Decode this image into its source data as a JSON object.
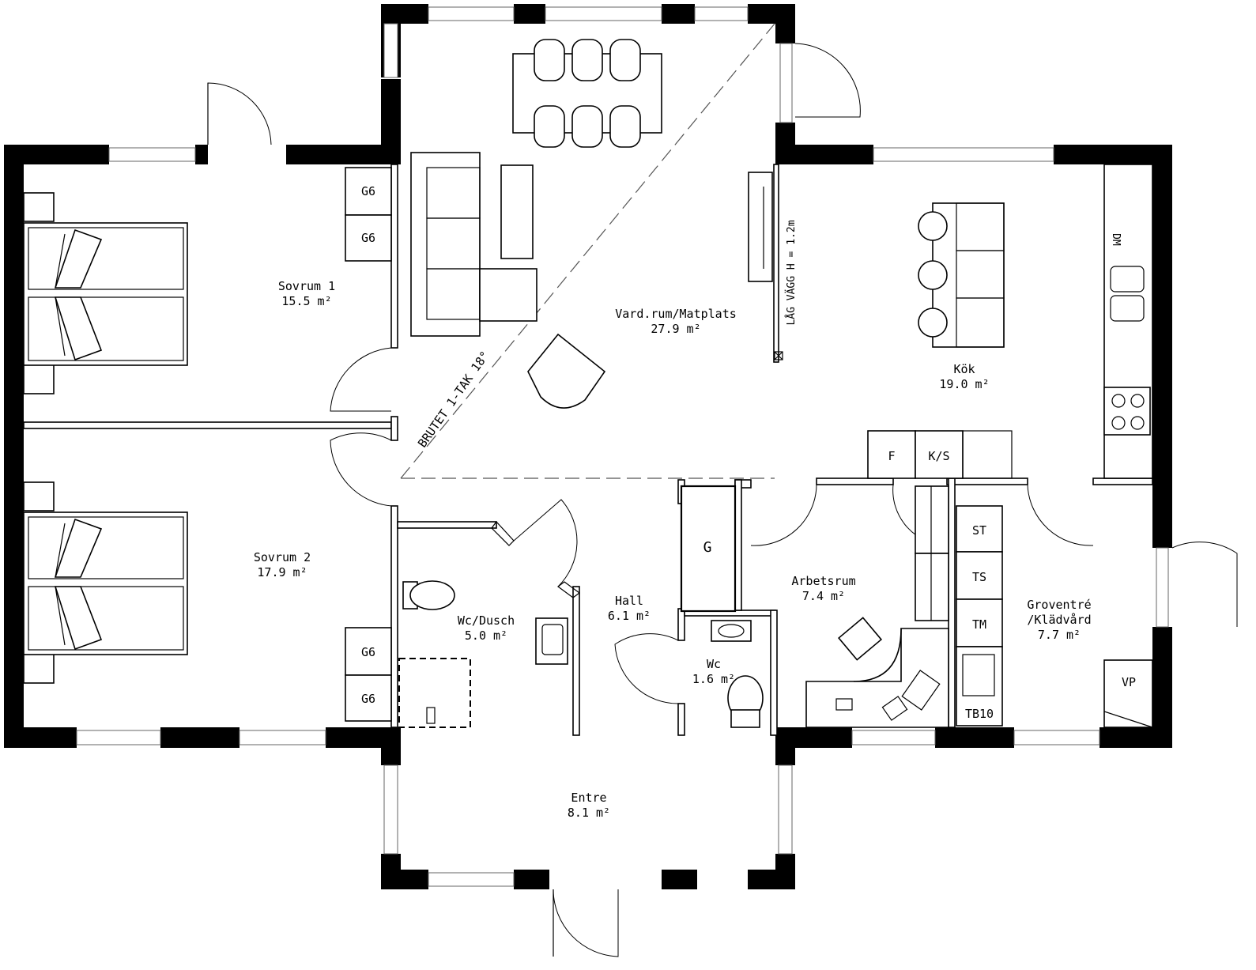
{
  "rooms": [
    {
      "name": "Sovrum 1",
      "area": "15.5 m²"
    },
    {
      "name": "Sovrum 2",
      "area": "17.9 m²"
    },
    {
      "name": "Vard.rum/Matplats",
      "area": "27.9 m²"
    },
    {
      "name": "Kök",
      "area": "19.0 m²"
    },
    {
      "name": "Wc/Dusch",
      "area": "5.0 m²"
    },
    {
      "name": "Hall",
      "area": "6.1 m²"
    },
    {
      "name": "Arbetsrum",
      "area": "7.4 m²"
    },
    {
      "name": "Wc",
      "area": "1.6 m²"
    },
    {
      "name": "Groventré",
      "name2": "/Klädvård",
      "area": "7.7 m²"
    },
    {
      "name": "Entre",
      "area": "8.1 m²"
    }
  ],
  "annotations": {
    "roof": "BRUTET 1-TAK 18°",
    "low_wall": "LÅG VÄGG H = 1.2m"
  },
  "fixtures": {
    "wardrobe": "G6",
    "hall_closet": "G",
    "dishwasher": "DM",
    "fridge": "F",
    "fridge_freezer": "K/S",
    "drying_cabinet": "ST",
    "tumble_dryer": "TS",
    "washing_machine": "TM",
    "sink_bench": "TB10",
    "heat_pump": "VP"
  }
}
